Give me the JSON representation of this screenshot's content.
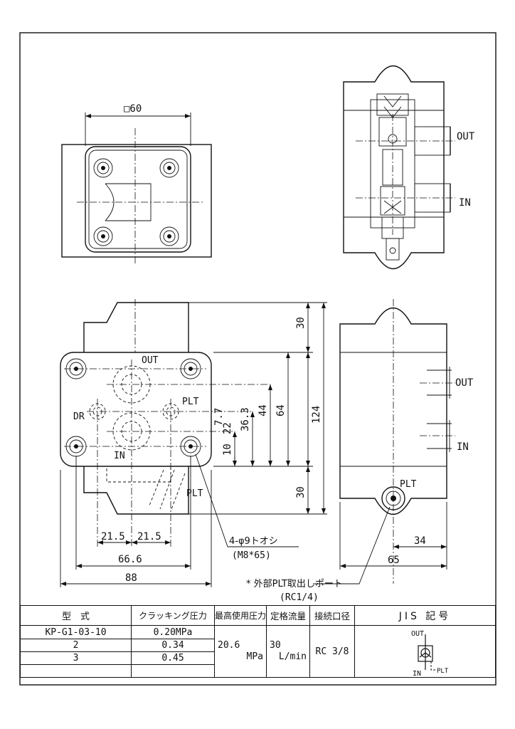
{
  "dims": {
    "sq60": "□60",
    "d30a": "30",
    "d124": "124",
    "d64": "64",
    "d44": "44",
    "d36_3": "36.3",
    "d22": "22",
    "d7_7": "7.7",
    "d10": "10",
    "d30b": "30",
    "d21_5a": "21.5",
    "d21_5b": "21.5",
    "d66_6": "66.6",
    "d88": "88",
    "d34": "34",
    "d65": "65"
  },
  "labels": {
    "out_top": "OUT",
    "in_top": "IN",
    "out_front": "OUT",
    "plt_front": "PLT",
    "dr_front": "DR",
    "in_front": "IN",
    "plt_under": "PLT",
    "out_side": "OUT",
    "in_side": "IN",
    "plt_side": "PLT",
    "holes_note": "4-φ9トオシ",
    "holes_note2": "(M8*65)",
    "ext_port": "* 外部PLT取出しポート",
    "ext_port2": "(RC1/4)"
  },
  "table": {
    "headers": {
      "model": "型　式",
      "cracking": "クラッキング圧力",
      "max_pressure": "最高使用圧力",
      "flow": "定格流量",
      "port": "接続口径",
      "jis": "JIS 記号"
    },
    "rows": [
      {
        "model": "KP-G1-03-10",
        "cracking": "0.20MPa"
      },
      {
        "model": "2",
        "cracking": "0.34"
      },
      {
        "model": "3",
        "cracking": "0.45"
      },
      {
        "model": "",
        "cracking": ""
      }
    ],
    "max_pressure_value": "20.6",
    "max_pressure_unit": "MPa",
    "flow_value": "30",
    "flow_unit": "L/min",
    "port_value": "RC 3/8",
    "jis_out": "OUT",
    "jis_in": "IN",
    "jis_plt": "PLT"
  }
}
